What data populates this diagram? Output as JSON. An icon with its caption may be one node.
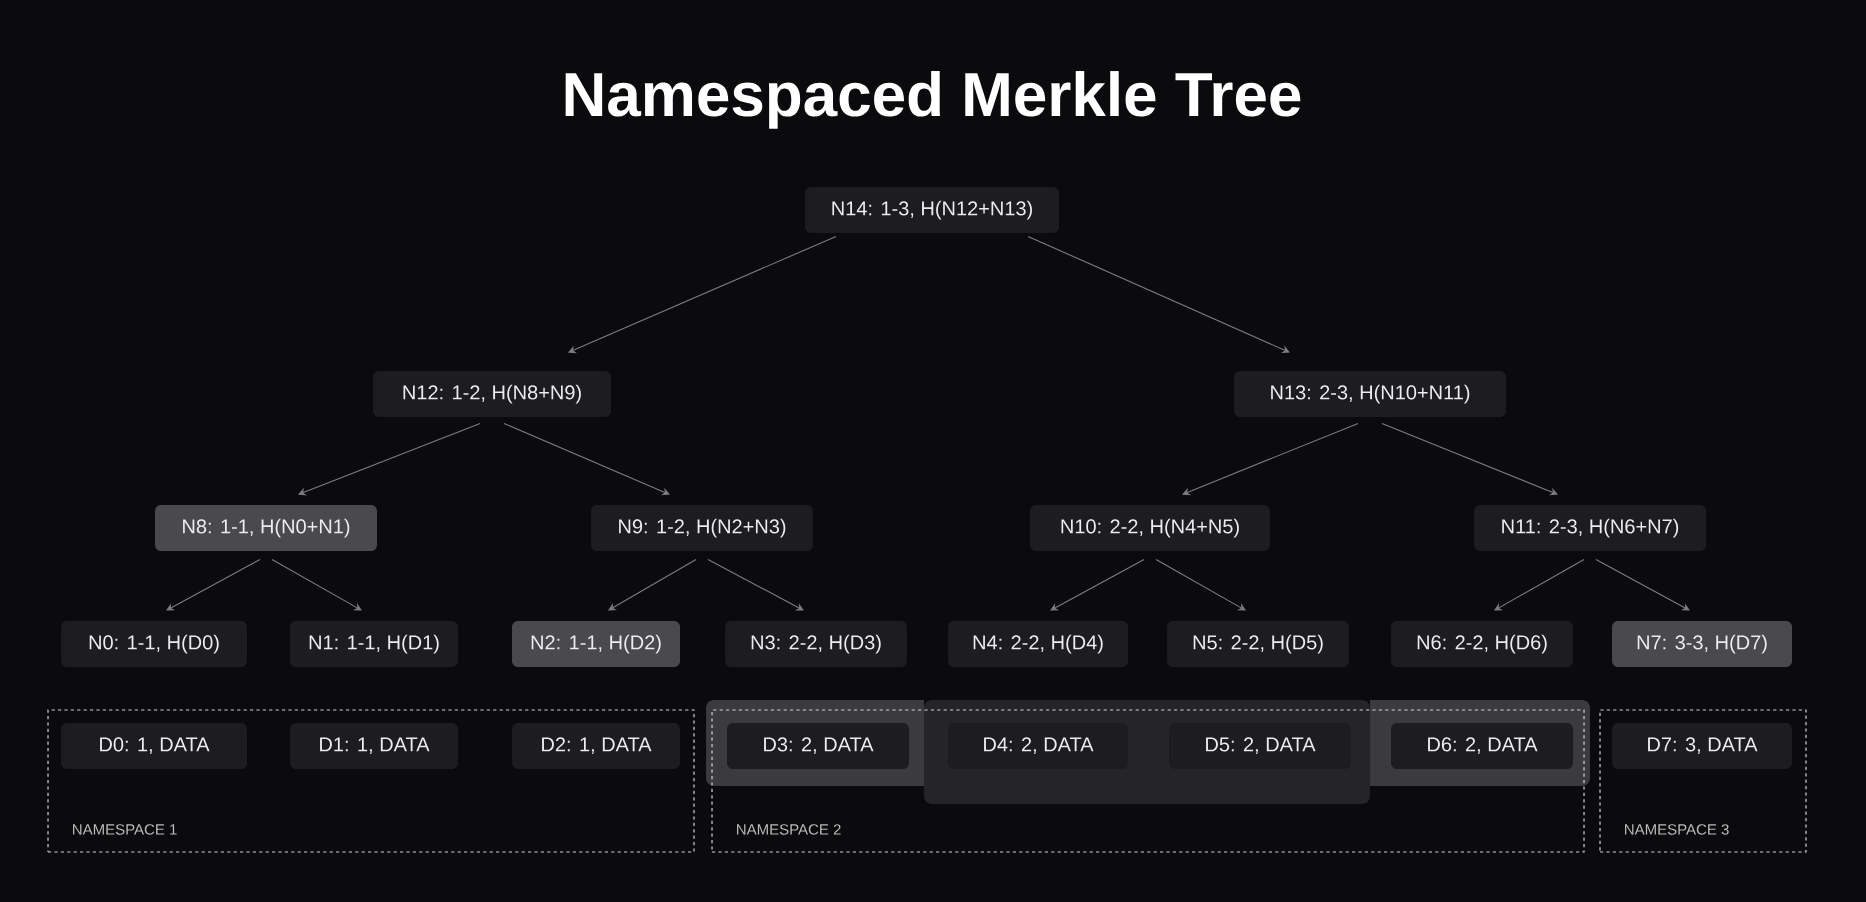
{
  "diagram": {
    "title": "Namespaced Merkle Tree",
    "nodes": [
      {
        "text": [
          "N14: 1-3, H(N12+N13)"
        ]
      },
      {
        "text": [
          "N12: 1-2, H(N8+N9)"
        ]
      },
      {
        "text": [
          "N13: 2-3, H(N10+N11)"
        ]
      },
      {
        "text": [
          "N8: 1-1, H(N0+N1)"
        ]
      },
      {
        "text": [
          "N9: 1-2, H(N2+N3)"
        ]
      },
      {
        "text": [
          "N10: 2-2, H(N4+N5)"
        ]
      },
      {
        "text": [
          "N11: 2-3, H(N6+N7)"
        ]
      },
      {
        "text": [
          "N0: 1-1, H(D0)"
        ]
      },
      {
        "text": [
          "N1: 1-1, H(D1)"
        ]
      },
      {
        "text": [
          "N2: 1-1, H(D2)"
        ]
      },
      {
        "text": [
          "N3: 2-2, H(D3)"
        ]
      },
      {
        "text": [
          "N4: 2-2, H(D4)"
        ]
      },
      {
        "text": [
          "N5: 2-2, H(D5)"
        ]
      },
      {
        "text": [
          "N6: 2-2, H(D6)"
        ]
      },
      {
        "text": [
          "N7: 3-3, H(D7)"
        ]
      },
      {
        "text": [
          "NAMESPACE 1"
        ]
      },
      {
        "text": [
          "D0: 1, DATA"
        ],
        "in": 15
      },
      {
        "text": [
          "D1: 1, DATA"
        ],
        "in": 15
      },
      {
        "text": [
          "D2: 1, DATA"
        ],
        "in": 15
      },
      {
        "text": [
          "NAMESPACE 2"
        ]
      },
      {
        "text": [
          "D3: 2, DATA"
        ],
        "in": 19
      },
      {
        "text": [
          "D4: 2, DATA"
        ],
        "in": 19
      },
      {
        "text": [
          "D5: 2, DATA"
        ],
        "in": 19
      },
      {
        "text": [
          "D6: 2, DATA"
        ],
        "in": 19
      },
      {
        "text": [
          "NAMESPACE 3"
        ]
      },
      {
        "text": [
          "D7: 3, DATA"
        ],
        "in": 24
      }
    ],
    "edges": [
      {
        "from": 0,
        "to": 1,
        "arrow": "to"
      },
      {
        "from": 0,
        "to": 2,
        "arrow": "to"
      },
      {
        "from": 1,
        "to": 3,
        "arrow": "to"
      },
      {
        "from": 1,
        "to": 4,
        "arrow": "to"
      },
      {
        "from": 2,
        "to": 5,
        "arrow": "to"
      },
      {
        "from": 2,
        "to": 6,
        "arrow": "to"
      },
      {
        "from": 3,
        "to": 7,
        "arrow": "to"
      },
      {
        "from": 3,
        "to": 8,
        "arrow": "to"
      },
      {
        "from": 4,
        "to": 9,
        "arrow": "to"
      },
      {
        "from": 4,
        "to": 10,
        "arrow": "to"
      },
      {
        "from": 5,
        "to": 11,
        "arrow": "to"
      },
      {
        "from": 5,
        "to": 12,
        "arrow": "to"
      },
      {
        "from": 6,
        "to": 13,
        "arrow": "to"
      },
      {
        "from": 6,
        "to": 14,
        "arrow": "to"
      }
    ]
  }
}
